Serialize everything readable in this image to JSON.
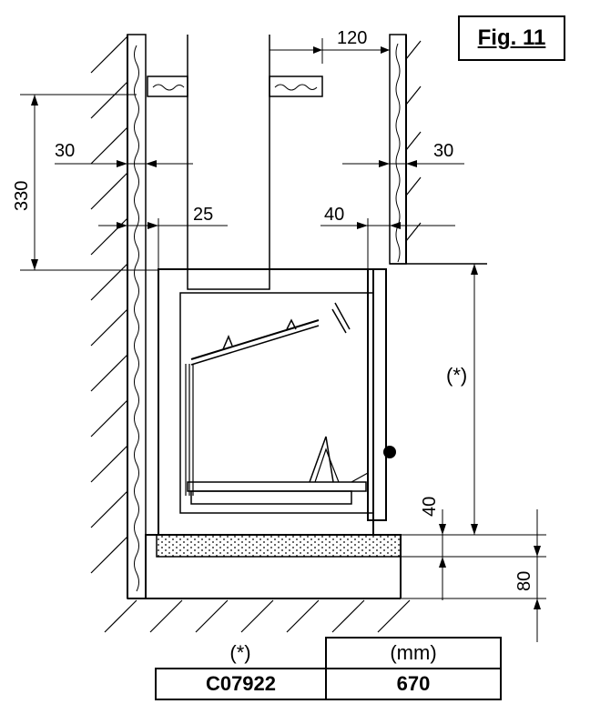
{
  "figure": {
    "label": "Fig. 11"
  },
  "dimensions": {
    "top_offset": "120",
    "insulation_left": "30",
    "insulation_right": "30",
    "vertical_height": "330",
    "gap_left": "25",
    "gap_right": "40",
    "front_height": "(*)",
    "base_gap": "40",
    "plinth_height": "80"
  },
  "table": {
    "headers": [
      "(*)",
      "(mm)"
    ],
    "rows": [
      {
        "model": "C07922",
        "value": "670"
      }
    ]
  },
  "colors": {
    "line": "#000000",
    "background": "#ffffff"
  }
}
